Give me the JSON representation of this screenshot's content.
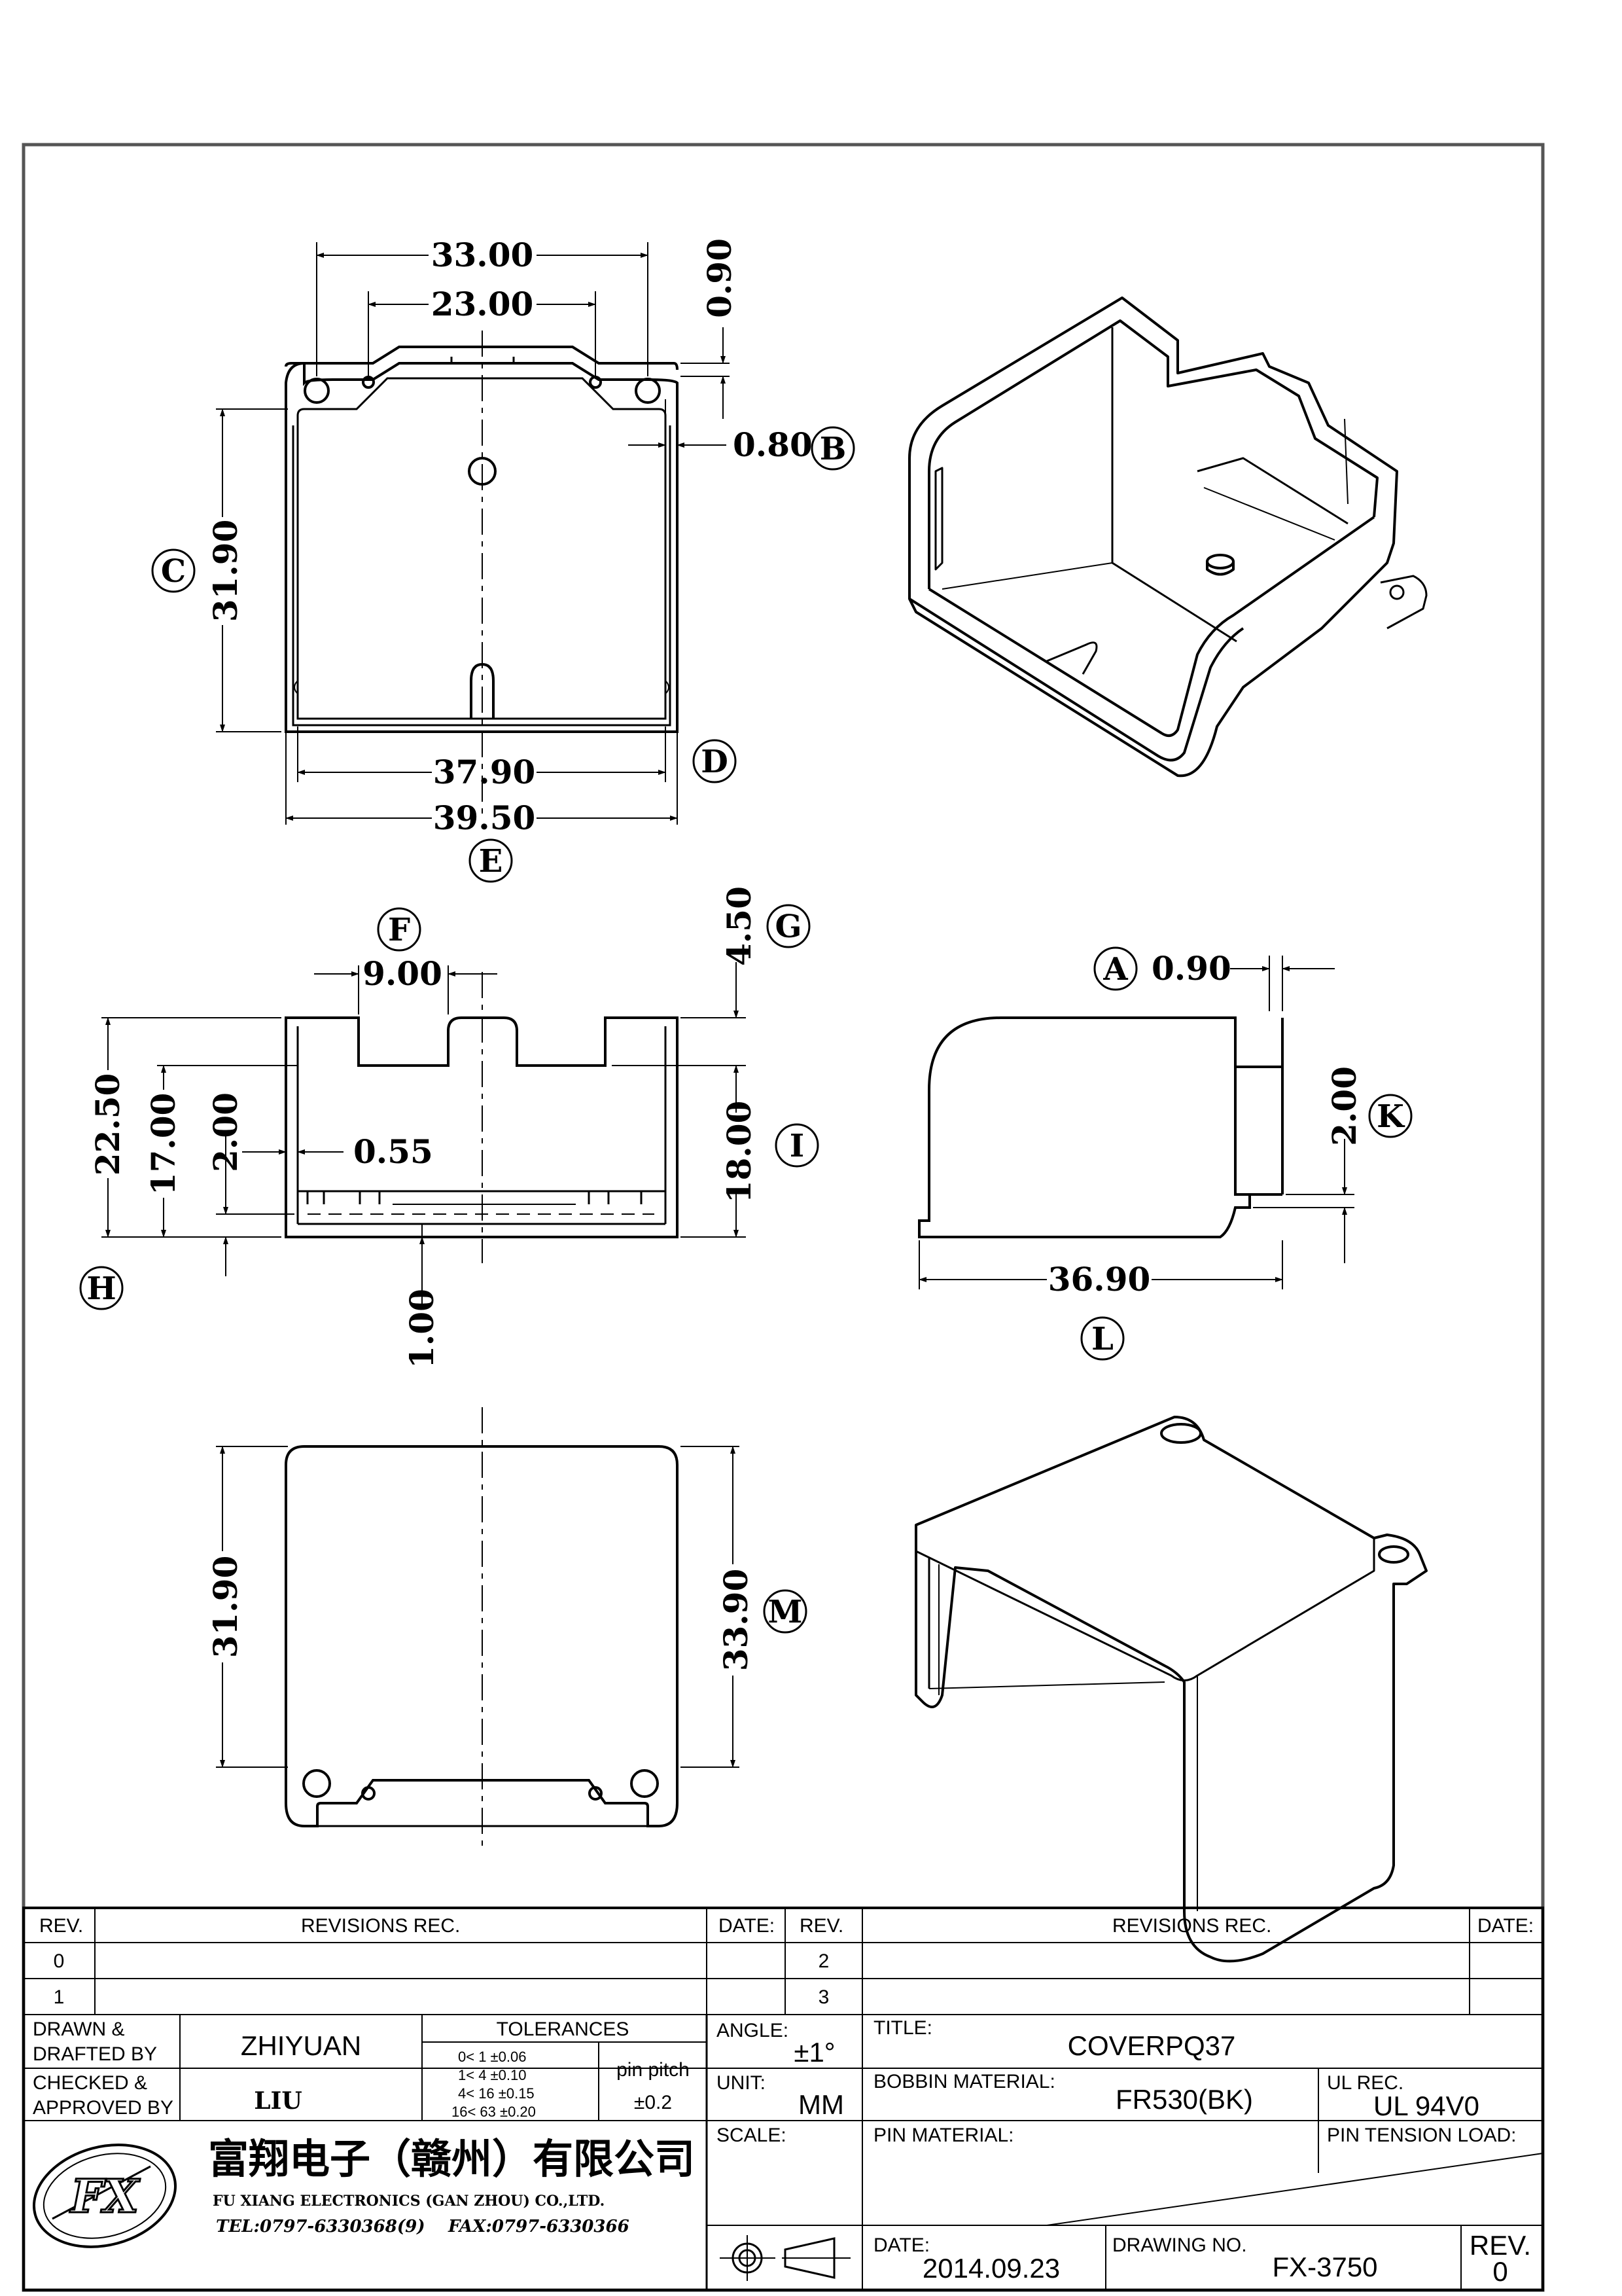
{
  "views": {
    "top": {
      "dims": {
        "width_outer_holes": "33.00",
        "width_inner_holes": "23.00",
        "flange": "0.90",
        "wall": "0.80",
        "depth": "31.90",
        "inner_width": "37.90",
        "outer_width": "39.50"
      },
      "callouts": {
        "wall": "B",
        "depth": "C",
        "inner_width": "D",
        "outer_width": "E"
      }
    },
    "front": {
      "dims": {
        "slot_width": "9.00",
        "slot_depth": "4.50",
        "total_height": "22.50",
        "height_17": "17.00",
        "height_2": "2.00",
        "wall": "0.55",
        "inner_height": "18.00",
        "base": "1.00"
      },
      "callouts": {
        "slot_width": "F",
        "slot_depth": "G",
        "height": "H",
        "inner_height": "I"
      }
    },
    "side": {
      "dims": {
        "lip": "0.90",
        "step": "2.00",
        "length": "36.90"
      },
      "callouts": {
        "lip": "A",
        "step": "K",
        "length": "L"
      }
    },
    "bottom": {
      "dims": {
        "depth": "31.90",
        "outer_depth": "33.90"
      },
      "callouts": {
        "outer_depth": "M"
      }
    }
  },
  "title_block": {
    "rev_header": "REV.",
    "revisions_header": "REVISIONS  REC.",
    "date_header": "DATE:",
    "rev_rows": [
      "0",
      "1"
    ],
    "rev_rows_right": [
      "2",
      "3"
    ],
    "drawn_label": "DRAWN &",
    "drafted_label": "DRAFTED BY",
    "drawn_by": "ZHIYUAN",
    "checked_label": "CHECKED &",
    "approved_label": "APPROVED BY",
    "checked_by": "LIU",
    "tolerances_label": "TOLERANCES",
    "tol_rows": [
      "0<  1   ±0.06",
      "1<  4   ±0.10",
      "4<  16  ±0.15",
      "16<  63  ±0.20"
    ],
    "pin_pitch_label": "pin pitch",
    "pin_pitch_value": "±0.2",
    "angle_label": "ANGLE:",
    "angle_value": "±1°",
    "unit_label": "UNIT:",
    "unit_value": "MM",
    "scale_label": "SCALE:",
    "title_label": "TITLE:",
    "title_value": "COVERPQ37",
    "bobbin_label": "BOBBIN MATERIAL:",
    "bobbin_value": "FR530(BK)",
    "ul_label": "UL REC.",
    "ul_value": "UL 94V0",
    "pin_material_label": "PIN MATERIAL:",
    "pin_tension_label": "PIN TENSION LOAD:",
    "date_label": "DATE:",
    "date_value": "2014.09.23",
    "drawing_no_label": "DRAWING NO.",
    "drawing_no_value": "FX-3750",
    "rev_label": "REV.",
    "rev_value": "0",
    "company_cn": "富翔电子（赣州）有限公司",
    "company_en": "FU XIANG ELECTRONICS (GAN ZHOU) CO.,LTD.",
    "tel": "TEL:0797-6330368(9)",
    "fax": "FAX:0797-6330366",
    "logo": "FX"
  }
}
